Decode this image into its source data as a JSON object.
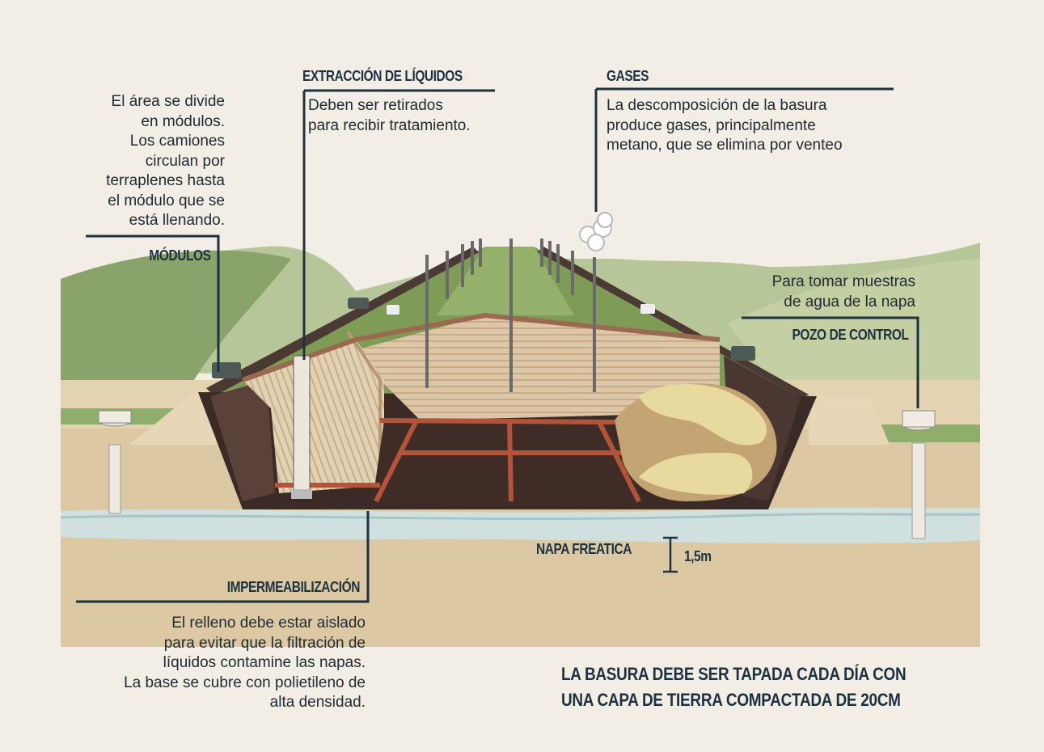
{
  "labels": {
    "modulos": {
      "title": "MÓDULOS",
      "lines": [
        "El área se divide",
        "en módulos.",
        "Los camiones",
        "circulan por",
        "terraplenes hasta",
        "el módulo que se",
        "está llenando."
      ]
    },
    "extraccion": {
      "title": "EXTRACCIÓN DE LÍQUIDOS",
      "lines": [
        "Deben ser retirados",
        "para recibir tratamiento."
      ]
    },
    "gases": {
      "title": "GASES",
      "lines": [
        "La descomposición de la basura",
        "produce gases, principalmente",
        "metano, que se elimina por venteo"
      ]
    },
    "pozo": {
      "title": "POZO DE CONTROL",
      "lines": [
        "Para tomar muestras",
        "de agua de la napa"
      ]
    },
    "impermeabilizacion": {
      "title": "IMPERMEABILIZACIÓN",
      "lines": [
        "El relleno debe estar aislado",
        "para evitar que la filtración de",
        "líquidos contamine las napas.",
        "La base se cubre con polietileno de",
        "alta densidad."
      ]
    },
    "napa": {
      "title": "NAPA FREATICA",
      "depth": "1,5m"
    },
    "footer": {
      "lines": [
        "LA BASURA DEBE SER TAPADA CADA DÍA CON",
        "UNA CAPA DE TIERRA COMPACTADA DE 20CM"
      ]
    }
  },
  "colors": {
    "ink": "#1d3140",
    "paper": "#f2eee5",
    "grass": "#7f9f5a",
    "hills": "#b9c79a",
    "soil": "#d7c49f",
    "liner": "#3b2a25",
    "water": "#cfe0df",
    "garbage": "#e6d79c"
  }
}
